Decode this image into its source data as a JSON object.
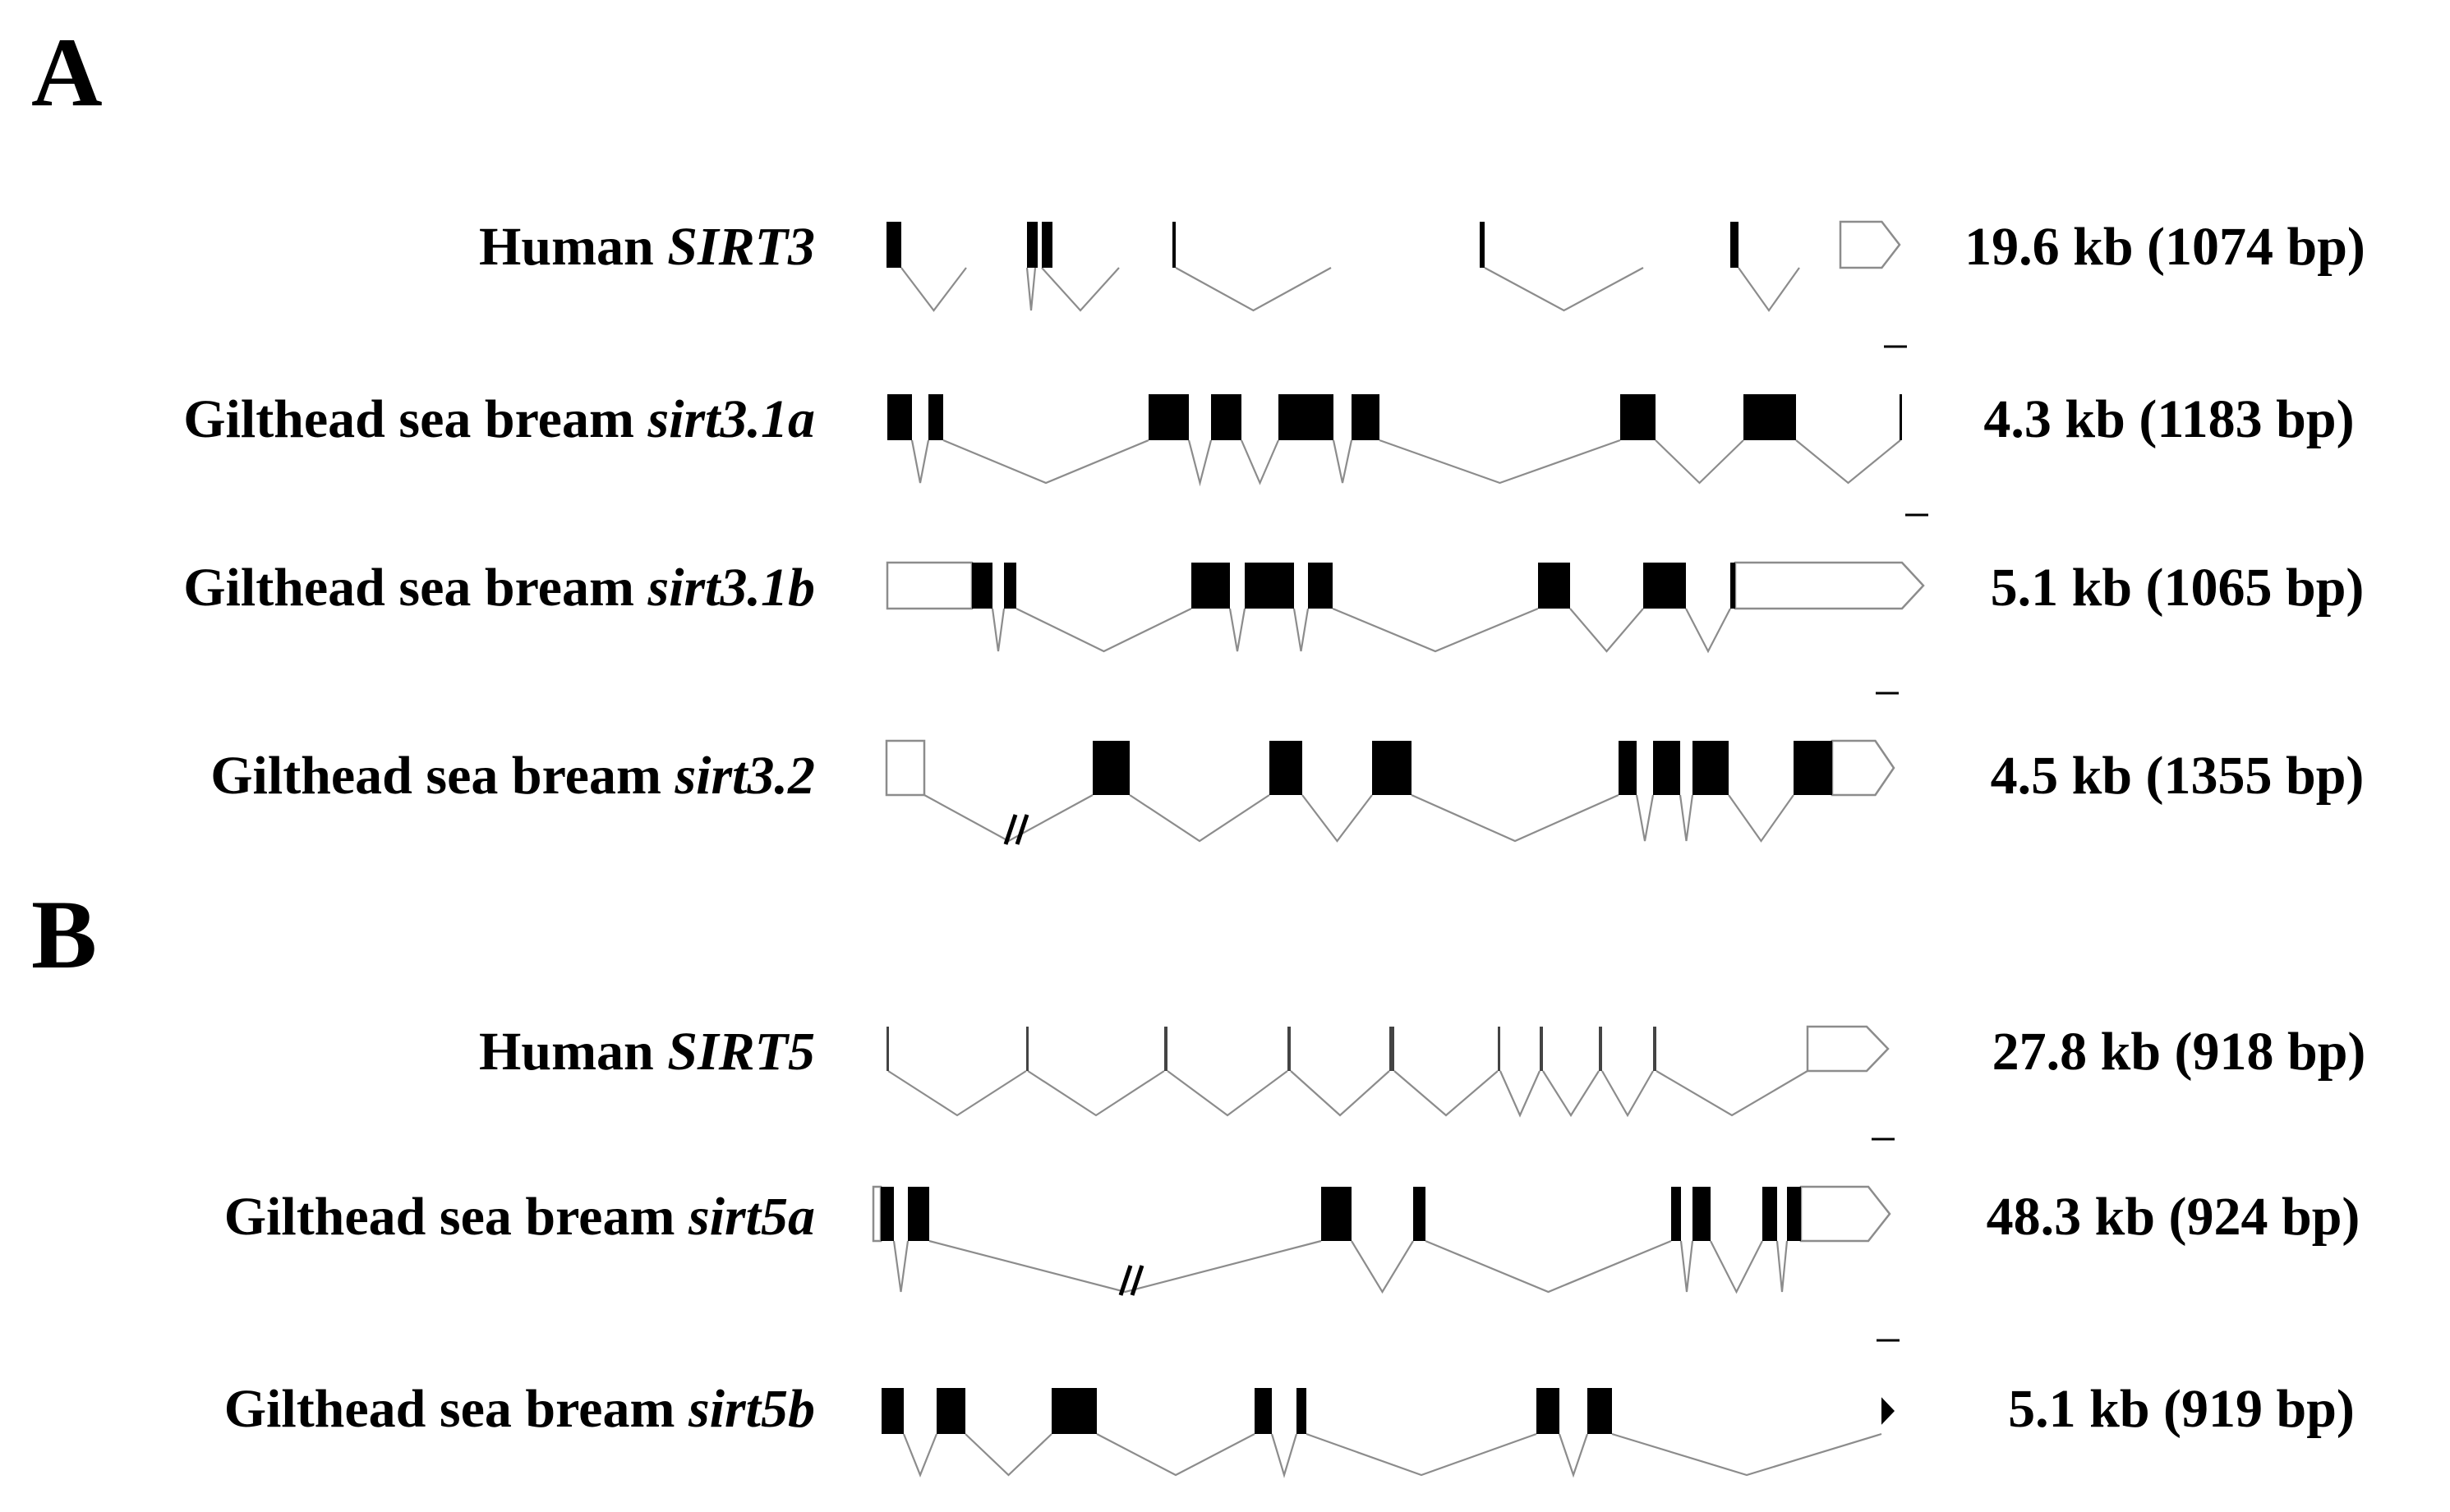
{
  "panels": [
    {
      "letter": "A",
      "genes": [
        {
          "prefix": "Human ",
          "symbol": "SIRT3",
          "size": "19.6 kb (1074 bp)",
          "track": {
            "start": 1079,
            "end": 2312,
            "utr_start": [],
            "utr_end": [
              2240,
              2312,
              "arrow"
            ],
            "exons": [
              [
                1079,
                1097
              ],
              [
                1250,
                1263
              ],
              [
                1268,
                1281
              ],
              [
                1427,
                1431
              ],
              [
                1801,
                1807
              ],
              [
                2106,
                2116
              ]
            ],
            "introns": [
              [
                1097,
                1176
              ],
              [
                1250,
                1260
              ],
              [
                1268,
                1362
              ],
              [
                1431,
                1620
              ],
              [
                1807,
                2000
              ],
              [
                2116,
                2190
              ]
            ],
            "tick": false
          }
        },
        {
          "prefix": "Gilthead sea bream ",
          "symbol": "sirt3.1a",
          "size": "4.3 kb (1183 bp)",
          "track": {
            "start": 1080,
            "end": 2315,
            "utr_start": [],
            "utr_end": [],
            "exons": [
              [
                1080,
                1110
              ],
              [
                1130,
                1148
              ],
              [
                1398,
                1447
              ],
              [
                1474,
                1511
              ],
              [
                1556,
                1623
              ],
              [
                1645,
                1679
              ],
              [
                1972,
                2015
              ],
              [
                2122,
                2186
              ]
            ],
            "introns": [
              [
                1110,
                1130
              ],
              [
                1148,
                1398
              ],
              [
                1447,
                1474
              ],
              [
                1511,
                1556
              ],
              [
                1623,
                1645
              ],
              [
                1679,
                1972
              ],
              [
                2015,
                2122
              ],
              [
                2186,
                2313
              ]
            ],
            "end_bar": true,
            "tick": true
          }
        },
        {
          "prefix": "Gilthead sea bream ",
          "symbol": "sirt3.1b",
          "size": "5.1 kb (1065 bp)",
          "track": {
            "start": 1080,
            "end": 2341,
            "utr_start": [
              1080,
              1183
            ],
            "utr_end": [
              2112,
              2341,
              "arrow"
            ],
            "exons": [
              [
                1183,
                1208
              ],
              [
                1222,
                1237
              ],
              [
                1450,
                1497
              ],
              [
                1515,
                1575
              ],
              [
                1592,
                1622
              ],
              [
                1872,
                1911
              ],
              [
                2000,
                2052
              ],
              [
                2106,
                2112
              ]
            ],
            "introns": [
              [
                1208,
                1222
              ],
              [
                1237,
                1450
              ],
              [
                1497,
                1515
              ],
              [
                1575,
                1592
              ],
              [
                1622,
                1872
              ],
              [
                1911,
                2000
              ],
              [
                2052,
                2106
              ]
            ],
            "tick": true
          }
        },
        {
          "prefix": "Gilthead sea bream ",
          "symbol": "sirt3.2",
          "size": "4.5 kb (1355 bp)",
          "track": {
            "start": 1079,
            "end": 2305,
            "utr_start": [
              1079,
              1125
            ],
            "utr_end": [
              2230,
              2305,
              "arrow"
            ],
            "exons": [
              [
                1330,
                1375
              ],
              [
                1545,
                1585
              ],
              [
                1670,
                1718
              ],
              [
                1970,
                1992
              ],
              [
                2012,
                2045
              ],
              [
                2060,
                2104
              ],
              [
                2183,
                2230
              ]
            ],
            "introns": [
              [
                1125,
                1330
              ],
              [
                1375,
                1545
              ],
              [
                1585,
                1670
              ],
              [
                1718,
                1970
              ],
              [
                1992,
                2012
              ],
              [
                2045,
                2060
              ],
              [
                2104,
                2183
              ]
            ],
            "breaks": [
              1230
            ],
            "tick": true
          }
        }
      ]
    },
    {
      "letter": "B",
      "genes": [
        {
          "prefix": "Human ",
          "symbol": "SIRT5",
          "size": "27.8 kb (918 bp)",
          "track": {
            "start": 1079,
            "end": 2298,
            "utr_start": [],
            "utr_end": [
              2200,
              2298,
              "arrow"
            ],
            "exons": [
              [
                1079,
                1081
              ],
              [
                1249,
                1251
              ],
              [
                1417,
                1421
              ],
              [
                1567,
                1571
              ],
              [
                1691,
                1697
              ],
              [
                1823,
                1826
              ],
              [
                1874,
                1878
              ],
              [
                1946,
                1950
              ],
              [
                2012,
                2016
              ]
            ],
            "introns": [
              [
                1081,
                1249
              ],
              [
                1251,
                1417
              ],
              [
                1421,
                1567
              ],
              [
                1571,
                1691
              ],
              [
                1697,
                1823
              ],
              [
                1826,
                1874
              ],
              [
                1878,
                1946
              ],
              [
                1950,
                2012
              ],
              [
                2016,
                2200
              ]
            ],
            "thin": true,
            "tick": false
          }
        },
        {
          "prefix": "Gilthead sea bream ",
          "symbol": "sirt5a",
          "size": "48.3 kb (924 bp)",
          "track": {
            "start": 1063,
            "end": 2300,
            "utr_start": [
              1063,
              1072
            ],
            "utr_end": [
              2192,
              2300,
              "arrow"
            ],
            "exons": [
              [
                1072,
                1088
              ],
              [
                1105,
                1131
              ],
              [
                1608,
                1645
              ],
              [
                1720,
                1735
              ],
              [
                2034,
                2046
              ],
              [
                2060,
                2082
              ],
              [
                2145,
                2163
              ],
              [
                2175,
                2192
              ]
            ],
            "introns": [
              [
                1088,
                1105
              ],
              [
                1131,
                1608
              ],
              [
                1645,
                1720
              ],
              [
                1735,
                2034
              ],
              [
                2046,
                2060
              ],
              [
                2082,
                2145
              ],
              [
                2163,
                2175
              ]
            ],
            "breaks": [
              1370
            ],
            "tick": true
          }
        },
        {
          "prefix": "Gilthead sea bream ",
          "symbol": "sirt5b",
          "size": "5.1 kb (919 bp)",
          "track": {
            "start": 1073,
            "end": 2306,
            "utr_start": [],
            "utr_end": [
              2290,
              2306,
              "solid"
            ],
            "exons": [
              [
                1073,
                1100
              ],
              [
                1140,
                1175
              ],
              [
                1280,
                1335
              ],
              [
                1527,
                1548
              ],
              [
                1578,
                1590
              ],
              [
                1870,
                1898
              ],
              [
                1932,
                1962
              ]
            ],
            "introns": [
              [
                1100,
                1140
              ],
              [
                1175,
                1280
              ],
              [
                1335,
                1527
              ],
              [
                1548,
                1578
              ],
              [
                1590,
                1870
              ],
              [
                1898,
                1932
              ],
              [
                1962,
                2290
              ]
            ],
            "tick": true
          }
        }
      ]
    }
  ]
}
